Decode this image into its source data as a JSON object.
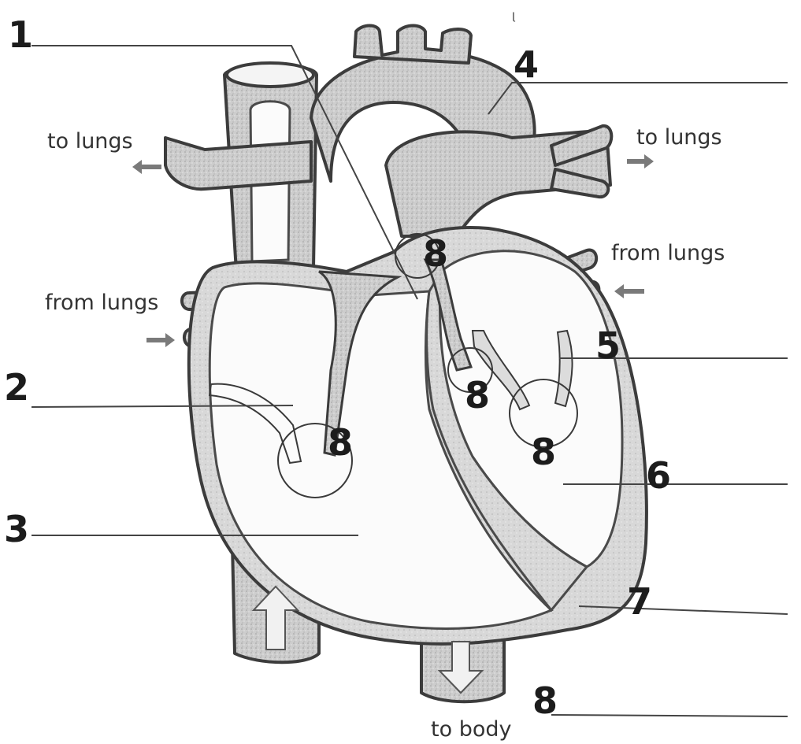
{
  "labels": {
    "to_lungs_left": "to lungs",
    "to_lungs_right": "to lungs",
    "from_lungs_left": "from lungs",
    "from_lungs_right": "from lungs",
    "to_body": "to body"
  },
  "handwritten": {
    "n1": "1",
    "n2": "2",
    "n3": "3",
    "n4": "4",
    "n5": "5",
    "n6": "6",
    "n7": "7",
    "n8_bottom": "8",
    "n8_valve_top": "8",
    "n8_valve_left": "8",
    "n8_valve_mid": "8",
    "n8_valve_right": "8",
    "mark": "ᶩ"
  },
  "colors": {
    "line": "#3c3c3c",
    "vessel_fill": "#cfcfcf",
    "wall_fill": "#d9d9d9",
    "text": "#333333",
    "ink": "#1c1c1c"
  }
}
